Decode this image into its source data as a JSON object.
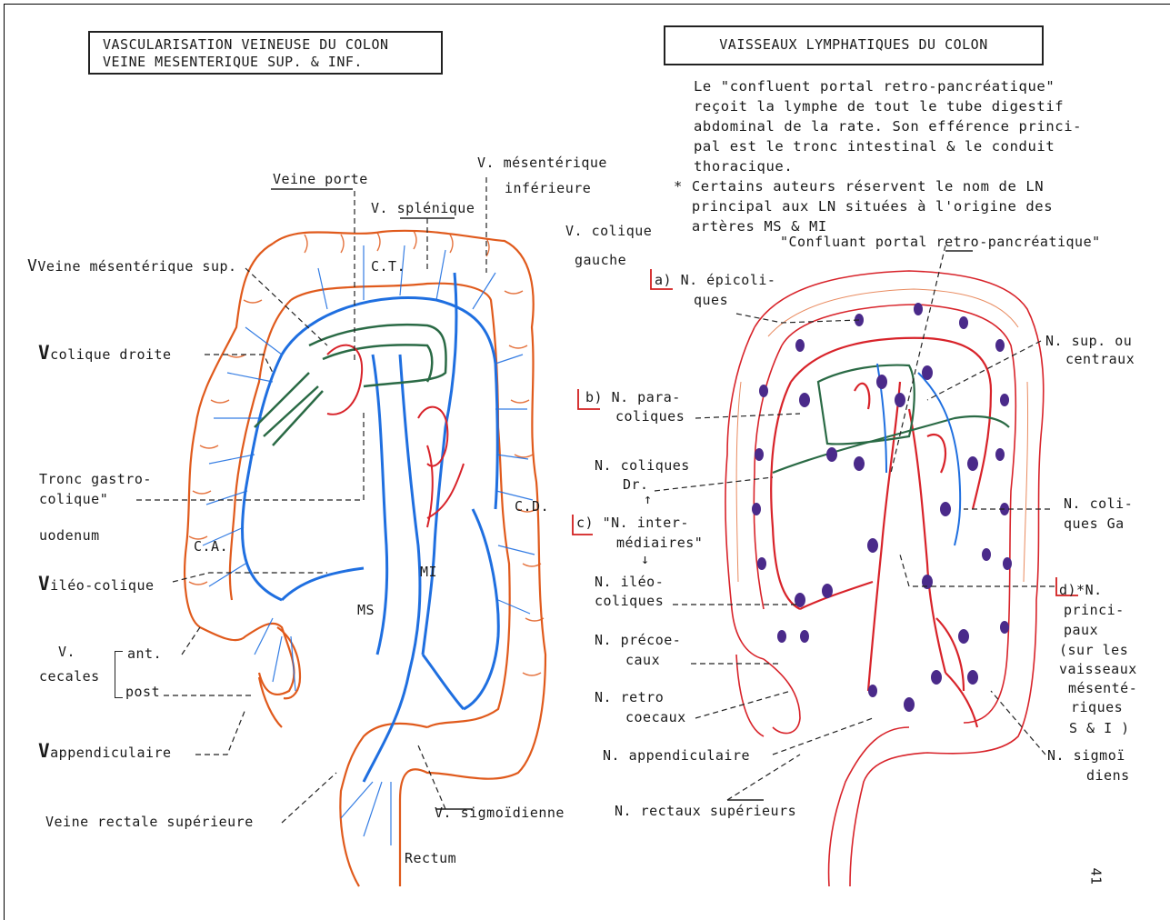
{
  "colors": {
    "vein_blue": "#1f6fe0",
    "artery_red": "#d8232a",
    "colon_orange": "#e05a1c",
    "node_purple": "#4a2a8a",
    "trunk_green": "#2a6a45"
  },
  "left": {
    "title_line1": "VASCULARISATION VEINEUSE DU COLON",
    "title_line2": "VEINE MESENTERIQUE SUP. & INF.",
    "labels": {
      "veine_porte": "Veine porte",
      "v_mes_inf_1": "V. mésentérique",
      "v_mes_inf_2": "inférieure",
      "v_splenique": "V. splénique",
      "v_colique_g1": "V. colique",
      "v_colique_g2": "gauche",
      "veine_mes_sup": "Veine mésentérique sup.",
      "ct": "C.T.",
      "v_colique_droite": "colique droite",
      "tronc_1": "Tronc gastro-",
      "tronc_2": "colique\"",
      "duodenum": "uodenum",
      "cd": "C.D.",
      "ca": "C.A.",
      "v_ileo": "iléo-colique",
      "mi": "MI",
      "ms": "MS",
      "v_cec_1": "V.",
      "v_cec_2": "cecales",
      "ant": "ant.",
      "post": "post",
      "v_appendiculaire": "appendiculaire",
      "v_rectale": "Veine rectale supérieure",
      "v_sigmoidienne": "V. sigmoïdienne",
      "rectum": "Rectum",
      "big_v": "V"
    }
  },
  "right": {
    "title": "VAISSEAUX LYMPHATIQUES DU COLON",
    "para_lines": [
      "Le \"confluent portal retro-pancréatique\"",
      "reçoit la lymphe de tout le tube digestif",
      "abdominal de la rate. Son efférence princi-",
      "pal est le tronc intestinal & le conduit",
      "thoracique."
    ],
    "note_lines": [
      "* Certains auteurs réservent le nom de LN",
      "  principal aux LN situées à l'origine des",
      "  artères MS & MI"
    ],
    "confluent": "\"Confluant portal retro-pancréatique\"",
    "labels": {
      "a1": "a) N. épicoli-",
      "a2": "ques",
      "n_sup1": "N. sup. ou",
      "n_sup2": "centraux",
      "b1": "b) N. para-",
      "b2": "coliques",
      "n_col_dr1": "N. coliques",
      "n_col_dr2": "Dr.",
      "n_col_ga1": "N. coli-",
      "n_col_ga2": "ques Ga",
      "c1": "c) \"N. inter-",
      "c2": "médiaires\"",
      "n_ileo1": "N. iléo-",
      "n_ileo2": "coliques",
      "d1": "d)*N.",
      "d2": "princi-",
      "d3": "paux",
      "d4": "(sur les",
      "d5": "vaisseaux",
      "d6": "mésenté-",
      "d7": "riques",
      "d8": "S & I )",
      "n_preco1": "N. précoe-",
      "n_preco2": "caux",
      "n_retro1": "N. retro",
      "n_retro2": "coecaux",
      "n_sigm1": "N. sigmoï",
      "n_sigm2": "diens",
      "n_append": "N. appendiculaire",
      "n_rect": "N. rectaux supérieurs",
      "page_num": "41"
    }
  }
}
